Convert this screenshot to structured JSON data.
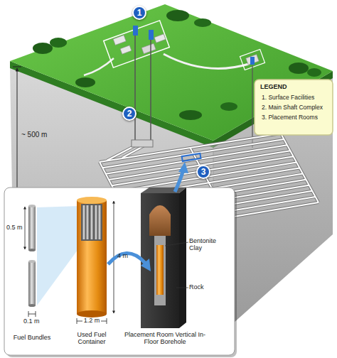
{
  "diagram": {
    "nodes": [
      {
        "text": [
          "1"
        ]
      },
      {
        "text": [
          "2"
        ]
      },
      {
        "text": [
          "3"
        ]
      }
    ],
    "labels": [
      "~ 500 m",
      "LEGEND",
      "0.5 m",
      "0.1 m",
      "Fuel Bundles",
      "4 m",
      "1.2 m",
      "Used Fuel Container",
      "Bentonite Clay",
      "Rock",
      "Placement Room Vertical In-Floor Borehole"
    ],
    "legend": [
      {
        "text": "1. Surface Facilities"
      },
      {
        "text": "2. Main Shaft Complex"
      },
      {
        "text": "3. Placement Rooms"
      }
    ]
  }
}
